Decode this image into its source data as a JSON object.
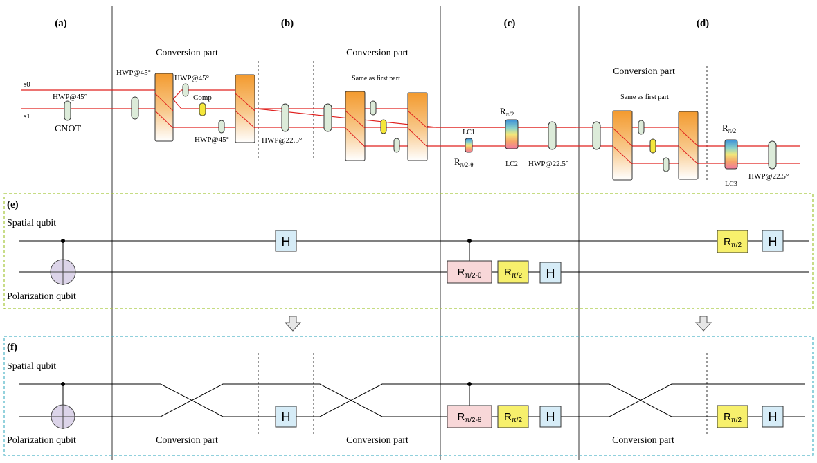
{
  "panels": {
    "a": "(a)",
    "b": "(b)",
    "c": "(c)",
    "d": "(d)",
    "e": "(e)",
    "f": "(f)"
  },
  "optics": {
    "conversion_part": "Conversion part",
    "same_as_first": "Same as first part",
    "s0": "s0",
    "s1": "s1",
    "hwp45": "HWP@45°",
    "hwp225": "HWP@22.5°",
    "comp": "Comp",
    "cnot": "CNOT",
    "lc1": "LC1",
    "lc2": "LC2",
    "lc3": "LC3",
    "r_main": "R",
    "r_sub_pi2": "π/2",
    "r_sub_pi2_theta": "π/2-θ"
  },
  "circuit": {
    "spatial_qubit": "Spatial qubit",
    "polarization_qubit": "Polarization qubit",
    "h_gate": "H",
    "r_main": "R",
    "r_sub_pi2": "π/2",
    "r_sub_pi2_theta": "π/2-θ",
    "conversion_part": "Conversion part"
  },
  "colors": {
    "beam": "#e0201e",
    "pbs_orange": "#f39a2e",
    "h_gate_fill": "#d6ecf7",
    "r_gate_fill": "#f7f06c",
    "rtheta_fill": "#f8d7d8",
    "cnot_fill": "#dcd4e9",
    "frame_e": "#a4c639",
    "frame_f": "#4db3c6",
    "hwp_fill": "#dcebd9"
  }
}
